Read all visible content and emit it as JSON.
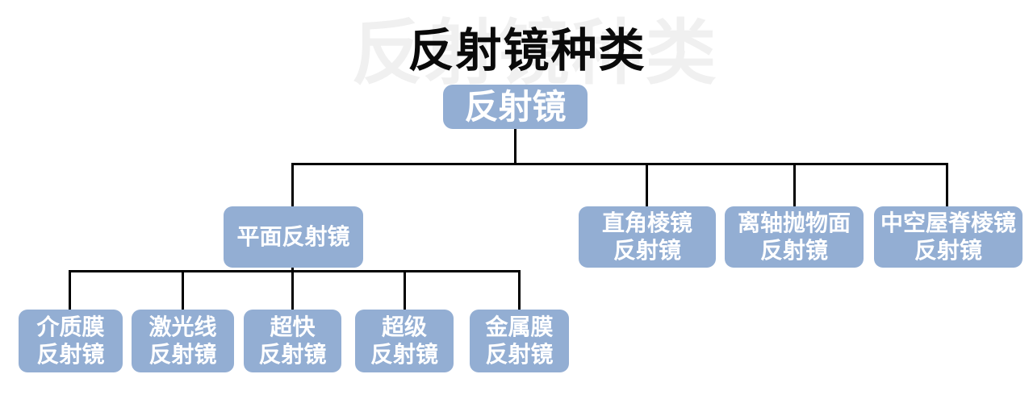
{
  "title": {
    "text": "反射镜种类",
    "ghost_text": "反射镜种类"
  },
  "colors": {
    "background": "#ffffff",
    "node-fill": "#93aed3",
    "node-text": "#ffffff",
    "connector": "#000000",
    "title-text": "#0a0a0a",
    "ghost-text": "#f0f0f0"
  },
  "nodes": {
    "root": {
      "label": "反射镜"
    },
    "level2": [
      {
        "lines": [
          "平面反射镜",
          ""
        ]
      },
      {
        "lines": [
          "直角棱镜",
          "反射镜"
        ]
      },
      {
        "lines": [
          "离轴抛物面",
          "反射镜"
        ]
      },
      {
        "lines": [
          "中空屋脊棱镜",
          "反射镜"
        ]
      }
    ],
    "level3": [
      {
        "lines": [
          "介质膜",
          "反射镜"
        ]
      },
      {
        "lines": [
          "激光线",
          "反射镜"
        ]
      },
      {
        "lines": [
          "超快",
          "反射镜"
        ]
      },
      {
        "lines": [
          "超级",
          "反射镜"
        ]
      },
      {
        "lines": [
          "金属膜",
          "反射镜"
        ]
      }
    ]
  },
  "hierarchy": {
    "反射镜": {
      "平面反射镜": [
        "介质膜反射镜",
        "激光线反射镜",
        "超快反射镜",
        "超级反射镜",
        "金属膜反射镜"
      ],
      "直角棱镜反射镜": [],
      "离轴抛物面反射镜": [],
      "中空屋脊棱镜反射镜": []
    }
  }
}
